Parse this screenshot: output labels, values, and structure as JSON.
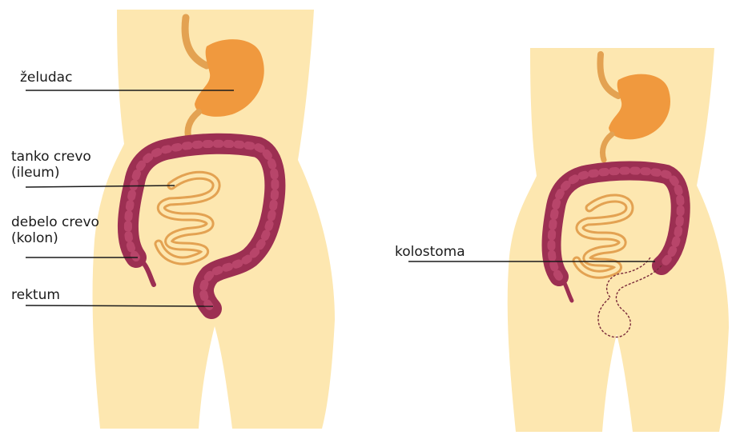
{
  "colors": {
    "skin": "#fde7b0",
    "stomach": "#f0993e",
    "small_intestine": "#e3a252",
    "colon": "#9c2f52",
    "leader_line": "#1a1a1a",
    "removed_outline": "#7a2a3a"
  },
  "labels": {
    "stomach": "želudac",
    "small_intestine_line1": "tanko crevo",
    "small_intestine_line2": "(ileum)",
    "large_intestine_line1": "debelo crevo",
    "large_intestine_line2": "(kolon)",
    "rectum": "rektum",
    "colostomy": "kolostoma"
  }
}
